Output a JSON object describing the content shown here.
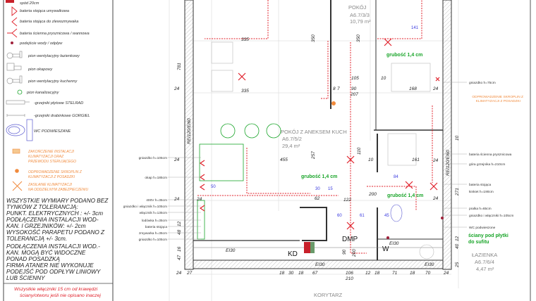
{
  "legend": {
    "items": [
      {
        "label": "spód 20cm",
        "icon": "red-box-icon"
      },
      {
        "label": "bateria stojąca umywalkowa",
        "icon": "faucet-basin-icon"
      },
      {
        "label": "bateria stojąca do zlewozmywaka",
        "icon": "faucet-sink-icon"
      },
      {
        "label": "bateria ścienna prysznicowa / wannowa",
        "icon": "faucet-shower-icon"
      },
      {
        "label": "podejście wody / odpływ",
        "icon": "water-point-icon"
      },
      {
        "label": "pion wentylacyjny łazienkowy",
        "icon": "vent-bathroom-icon"
      },
      {
        "label": "pion okapowy",
        "icon": "hood-riser-icon"
      },
      {
        "label": "pion wentylacyjny kuchenny",
        "icon": "vent-kitchen-icon"
      },
      {
        "label": "pion kanalizacyjny",
        "icon": "sewer-riser-icon"
      },
      {
        "label": "-grzejniki płytowe STELRAD",
        "icon": "panel-radiator-icon"
      },
      {
        "label": "-grzejniki drabinkowe GORGIEL",
        "icon": "ladder-radiator-icon"
      },
      {
        "label": "WC PODWIESZANE",
        "icon": "wc-icon"
      }
    ],
    "orange_items": [
      {
        "lines": [
          "ZAKOŃCZENIE INSTALACJI",
          "KLIMATYZACJI ORAZ",
          "PRZEWODU STERUJĄCEGO"
        ],
        "icon": "ac-terminal-icon"
      },
      {
        "lines": [
          "ODPROWADZENIE SKROPLIN Z",
          "KLIMATYZACJI Z POSADZKI"
        ],
        "icon": "condensate-icon"
      },
      {
        "lines": [
          "ZASILANIE KLIMATYZACJI",
          "NA ODDZIELNYM ZABEZPIECZENIU"
        ],
        "icon": "ac-power-icon"
      }
    ],
    "notes": [
      "WSZYSTKIE WYMIARY PODANO BEZ",
      "TYNKÓW Z TOLERANCJĄ:",
      "PUNKT. ELEKTRYCZNYCH : +/- 3cm",
      "PODŁĄCZENIA INSTALACJI WOD-",
      "KAN. I GRZEJNIKÓW: +/- 2cm",
      "WYSOKOŚĆ PARAPETU PODANO Z",
      "TOLERANCJĄ +/- 3cm."
    ],
    "notes2": [
      "PODŁĄCZENIA INSTALACJI WOD.-",
      "KAN. MOGĄ BYĆ WIDOCZNE",
      "PONAD POSADZKĄ",
      "FIRMA ATANER NIE WYKONUJE",
      "PODEJŚĆ POD ODPŁYW LINIOWY",
      "LUB ŚCIENNY"
    ],
    "red_note": [
      "Wszystkie włączniki 15 cm od krawędzi",
      "ściany/otworu jeśli nie opisano inaczej"
    ]
  },
  "left_callouts": [
    "gniazdko h=105cm",
    "okap h=185cm",
    "400V h=35cm",
    "gniazdko i włącznik h=105cm",
    "włącznik h=135cm",
    "lodówka h=35cm",
    "bateria stojąca",
    "zmywarka h=35cm",
    "gniazdko h=105cm"
  ],
  "right_callouts": {
    "top": "gniazdko h=75cm",
    "orange": [
      "ODPROWADZENIE SKROPLIN Z",
      "KLIMATYZACJI Z POSADZKI"
    ],
    "items": [
      "bateria ścienna prysznicowa",
      "góra grzejnika h=210cm",
      "bateria stojąca",
      "kinkiet h=190cm",
      "pralka h=65cm",
      "gniazdko i włączniki h=105cm",
      "WC podwieszone"
    ],
    "green": [
      "ściany pod płytki",
      "do sufitu"
    ]
  },
  "rooms": {
    "pokoj": {
      "name": "POKÓJ",
      "code": "A6.7/3/3",
      "area": "10,79 m²"
    },
    "pokoj_aneks": {
      "name": "POKÓJ Z ANEKSEM KUCH",
      "code": "A6.7/5/2",
      "area": "29,4 m²"
    },
    "lazienka": {
      "name": "ŁAZIENKA",
      "code": "A6.7/6/4",
      "area": "4,47 m²"
    },
    "korytarz": {
      "name": "KORYTARZ"
    }
  },
  "thickness_label": "grubość 1,4 cm",
  "door_label": "DMP",
  "door_dims": [
    "90",
    "200"
  ],
  "fixtures": {
    "kd": "KD",
    "wm": "W"
  },
  "dimensions": {
    "top": [
      "335",
      "350",
      "350",
      "141",
      "335",
      "105",
      "10",
      "90",
      "207",
      "168",
      "8",
      "7"
    ],
    "middle": [
      "455",
      "257",
      "110",
      "122",
      "10",
      "50",
      "200",
      "84",
      "161",
      "30",
      "15",
      "62",
      "60",
      "61",
      "45"
    ],
    "left": [
      "781",
      "24",
      "24",
      "24",
      "24",
      "48",
      "12",
      "16",
      "47"
    ],
    "right": [
      "24",
      "24",
      "24",
      "10",
      "271",
      "40",
      "12",
      "25"
    ],
    "bottom": [
      "24",
      "27",
      "18",
      "30",
      "18",
      "67",
      "106",
      "210",
      "12",
      "18",
      "71",
      "18",
      "70",
      "24"
    ],
    "wall_codes": [
      "EI30",
      "EI30",
      "EI30",
      "EI30",
      "REI120/EI60",
      "REI120/EI60"
    ]
  },
  "colors": {
    "wall": "#333333",
    "install_red": "#e0202a",
    "dim_blue": "#3a3adf",
    "green": "#1aa52a",
    "orange": "#f08a3c",
    "grid": "#c8c8c8"
  }
}
